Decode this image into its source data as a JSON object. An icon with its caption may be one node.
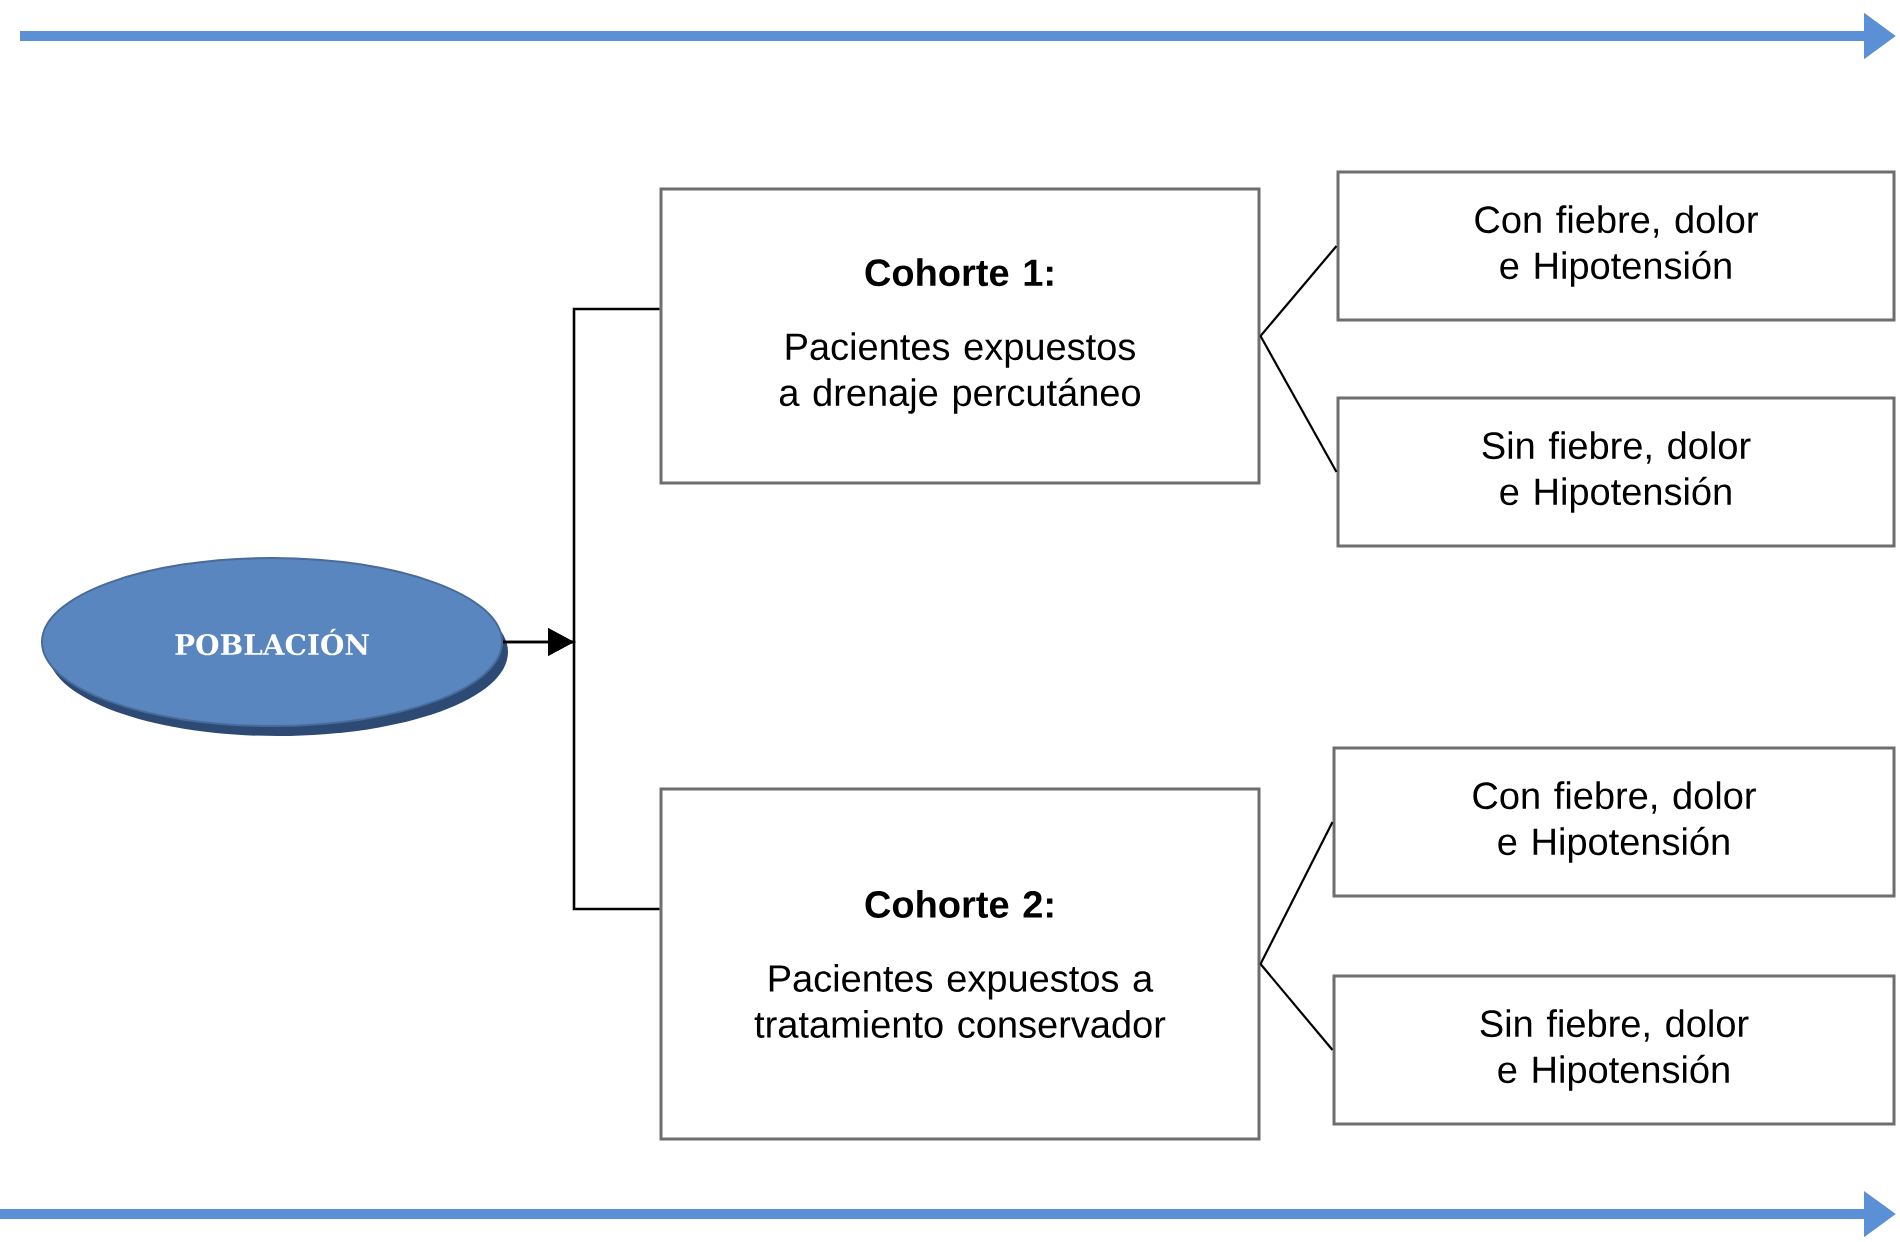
{
  "diagram": {
    "nodes": [
      {
        "text": [
          "POBLACIÓN"
        ]
      },
      {
        "text": [
          "Cohorte 1:",
          "Pacientes expuestos a drenaje percutáneo"
        ]
      },
      {
        "text": [
          "Con fiebre, dolor e Hipotensión"
        ]
      },
      {
        "text": [
          "Sin fiebre, dolor e Hipotensión"
        ]
      },
      {
        "text": [
          "Cohorte 2:",
          "Pacientes expuestos a tratamiento conservador"
        ]
      },
      {
        "text": [
          "Con fiebre, dolor e Hipotensión"
        ]
      },
      {
        "text": [
          "Sin fiebre, dolor e Hipotensión"
        ]
      }
    ],
    "edges": [
      {
        "from": 0,
        "to": 1,
        "arrow": "to"
      },
      {
        "from": 0,
        "to": 4,
        "arrow": "to"
      },
      {
        "from": 1,
        "to": 2,
        "arrow": "none"
      },
      {
        "from": 1,
        "to": 3,
        "arrow": "none"
      },
      {
        "from": 4,
        "to": 5,
        "arrow": "none"
      },
      {
        "from": 4,
        "to": 6,
        "arrow": "none"
      }
    ]
  }
}
